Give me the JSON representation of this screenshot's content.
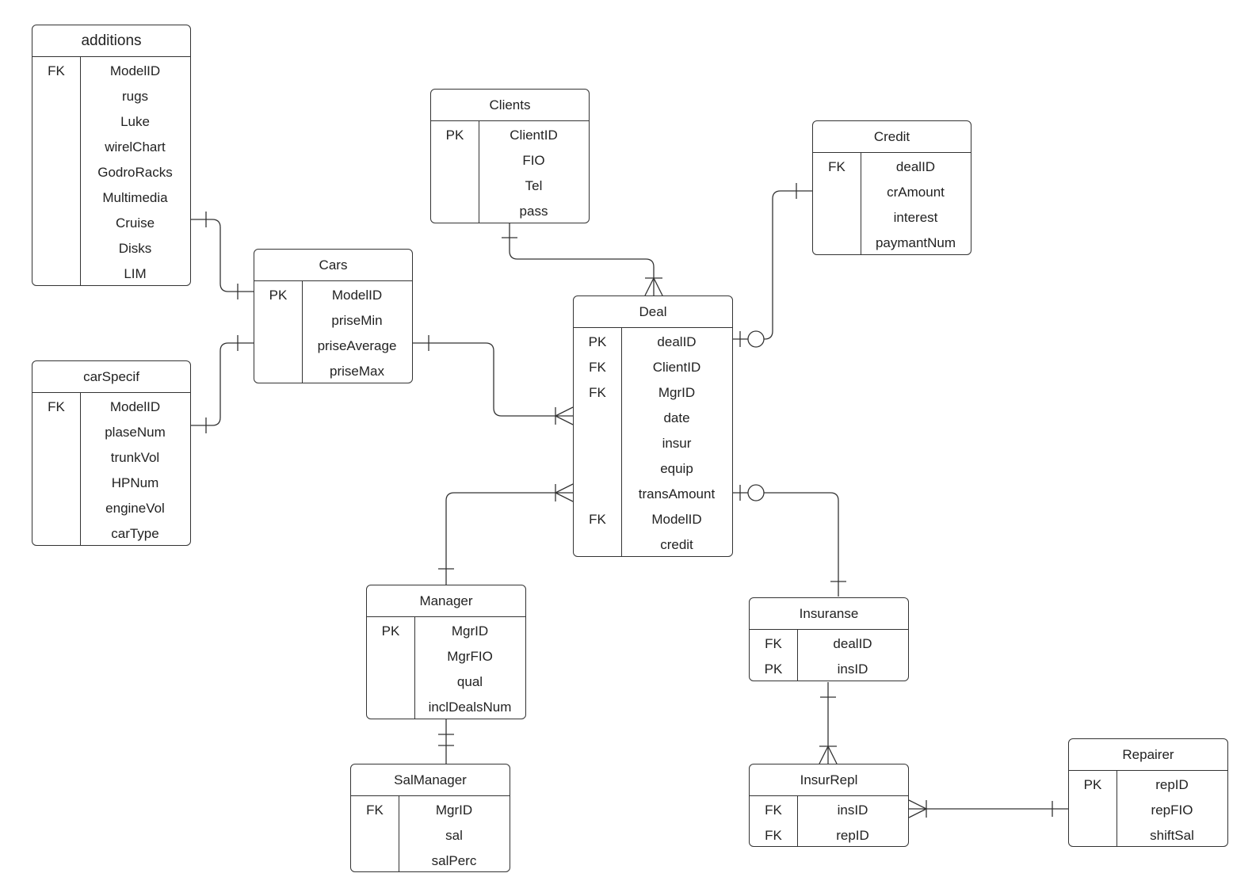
{
  "entities": {
    "additions": {
      "title": "additions",
      "rows": [
        {
          "key": "FK",
          "field": "ModelID"
        },
        {
          "key": "",
          "field": "rugs"
        },
        {
          "key": "",
          "field": "Luke"
        },
        {
          "key": "",
          "field": "wirelChart"
        },
        {
          "key": "",
          "field": "GodroRacks"
        },
        {
          "key": "",
          "field": "Multimedia"
        },
        {
          "key": "",
          "field": "Cruise"
        },
        {
          "key": "",
          "field": "Disks"
        },
        {
          "key": "",
          "field": "LIM"
        }
      ]
    },
    "carSpecif": {
      "title": "carSpecif",
      "rows": [
        {
          "key": "FK",
          "field": "ModelID"
        },
        {
          "key": "",
          "field": "plaseNum"
        },
        {
          "key": "",
          "field": "trunkVol"
        },
        {
          "key": "",
          "field": "HPNum"
        },
        {
          "key": "",
          "field": "engineVol"
        },
        {
          "key": "",
          "field": "carType"
        }
      ]
    },
    "cars": {
      "title": "Cars",
      "rows": [
        {
          "key": "PK",
          "field": "ModelID"
        },
        {
          "key": "",
          "field": "priseMin"
        },
        {
          "key": "",
          "field": "priseAverage"
        },
        {
          "key": "",
          "field": "priseMax"
        }
      ]
    },
    "clients": {
      "title": "Clients",
      "rows": [
        {
          "key": "PK",
          "field": "ClientID"
        },
        {
          "key": "",
          "field": "FIO"
        },
        {
          "key": "",
          "field": "Tel"
        },
        {
          "key": "",
          "field": "pass"
        }
      ]
    },
    "credit": {
      "title": "Credit",
      "rows": [
        {
          "key": "FK",
          "field": "dealID"
        },
        {
          "key": "",
          "field": "crAmount"
        },
        {
          "key": "",
          "field": "interest"
        },
        {
          "key": "",
          "field": "paymantNum"
        }
      ]
    },
    "deal": {
      "title": "Deal",
      "rows": [
        {
          "key": "PK",
          "field": "dealID"
        },
        {
          "key": "FK",
          "field": "ClientID"
        },
        {
          "key": "FK",
          "field": "MgrID"
        },
        {
          "key": "",
          "field": "date"
        },
        {
          "key": "",
          "field": "insur"
        },
        {
          "key": "",
          "field": "equip"
        },
        {
          "key": "",
          "field": "transAmount"
        },
        {
          "key": "FK",
          "field": "ModelID"
        },
        {
          "key": "",
          "field": "credit"
        }
      ]
    },
    "manager": {
      "title": "Manager",
      "rows": [
        {
          "key": "PK",
          "field": "MgrID"
        },
        {
          "key": "",
          "field": "MgrFIO"
        },
        {
          "key": "",
          "field": "qual"
        },
        {
          "key": "",
          "field": "inclDealsNum"
        }
      ]
    },
    "salManager": {
      "title": "SalManager",
      "rows": [
        {
          "key": "FK",
          "field": "MgrID"
        },
        {
          "key": "",
          "field": "sal"
        },
        {
          "key": "",
          "field": "salPerc"
        }
      ]
    },
    "insuranse": {
      "title": "Insuranse",
      "rows": [
        {
          "key": "FK",
          "field": "dealID"
        },
        {
          "key": "PK",
          "field": "insID"
        }
      ]
    },
    "insurRepl": {
      "title": "InsurRepl",
      "rows": [
        {
          "key": "FK",
          "field": "insID"
        },
        {
          "key": "FK",
          "field": "repID"
        }
      ]
    },
    "repairer": {
      "title": "Repairer",
      "rows": [
        {
          "key": "PK",
          "field": "repID"
        },
        {
          "key": "",
          "field": "repFIO"
        },
        {
          "key": "",
          "field": "shiftSal"
        }
      ]
    }
  }
}
